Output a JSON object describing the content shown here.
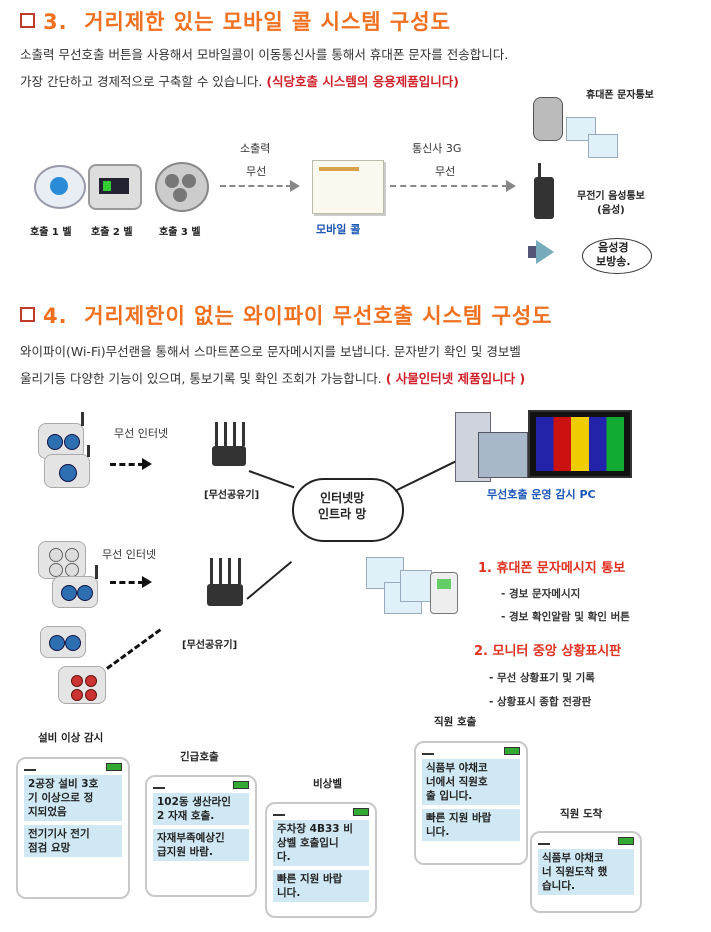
{
  "section3": {
    "number": "3.",
    "title": "거리제한 있는 모바일 콜 시스템 구성도",
    "desc_line1": "소출력 무선호출 버튼을 사용해서 모바일콜이 이동통신사를 통해서 휴대폰 문자를 전송합니다.",
    "desc_line2": "가장 간단하고 경제적으로 구축할 수 있습니다.",
    "desc_highlight": "(식당호출 시스템의 응용제품입니다)",
    "bell1": "호출 1 벨",
    "bell2": "호출 2 벨",
    "bell3": "호출 3 벨",
    "link1_top": "소출력",
    "link1_bottom": "무선",
    "mobilecall": "모바일 콜",
    "link2_top": "통신사 3G",
    "link2_bottom": "무선",
    "out_sms": "휴대폰 문자통보",
    "out_voice": "무전기 음성통보\n(음성)",
    "out_speaker": "음성경\n보방송."
  },
  "section4": {
    "number": "4.",
    "title": "거리제한이 없는 와이파이 무선호출 시스템 구성도",
    "desc_line1": "와이파이(Wi-Fi)무선랜을 통해서 스마트폰으로 문자메시지를 보냅니다. 문자받기 확인 및 경보벨",
    "desc_line2": "울리기등 다양한 기능이 있으며, 통보기록 및 확인 조회가 가능합니다.",
    "desc_highlight": "( 사물인터넷 제품입니다 )",
    "wireless_internet_1": "무선 인터넷",
    "wireless_internet_2": "무선 인터넷",
    "router1": "[무선공유기]",
    "router2": "[무선공유기]",
    "cloud": "인터넷망\n인트라 망",
    "pc_label": "무선호출 운영 감시 PC",
    "feature1": "1. 휴대폰 문자메시지  통보",
    "feature1_b1": "- 경보 문자메시지",
    "feature1_b2": "- 경보 확인알람 및 확인 버튼",
    "feature2": "2. 모니터 중앙 상황표시판",
    "feature2_b1": "- 무선 상황표기 및 기록",
    "feature2_b2": "- 상황표시 종합 전광판"
  },
  "messages": [
    {
      "caption": "설비 이상 감시",
      "text1": "2공장 설비 3호\n기 이상으로 정\n지되었음",
      "text2": "전기기사 전기\n점검 요망"
    },
    {
      "caption": "긴급호출",
      "text1": "102동 생산라인\n2 자재 호출.",
      "text2": "자재부족예상긴\n급지원 바람."
    },
    {
      "caption": "비상벨",
      "text1": "주차장 4B33 비\n상벨 호출입니\n다.",
      "text2": "빠른 지원 바랍\n니다."
    },
    {
      "caption": "직원 호출",
      "text1": "식품부 야채코\n너에서 직원호\n출 입니다.",
      "text2": "빠른 지원 바랍\n니다."
    },
    {
      "caption": "직원 도착",
      "text1": "식품부 야채코\n너 직원도착 했\n습니다.",
      "text2": ""
    }
  ],
  "colors": {
    "title": "#f07020",
    "highlight": "#d0202a",
    "blue_label": "#1b55b5",
    "lcd": "#cfe8f3"
  }
}
